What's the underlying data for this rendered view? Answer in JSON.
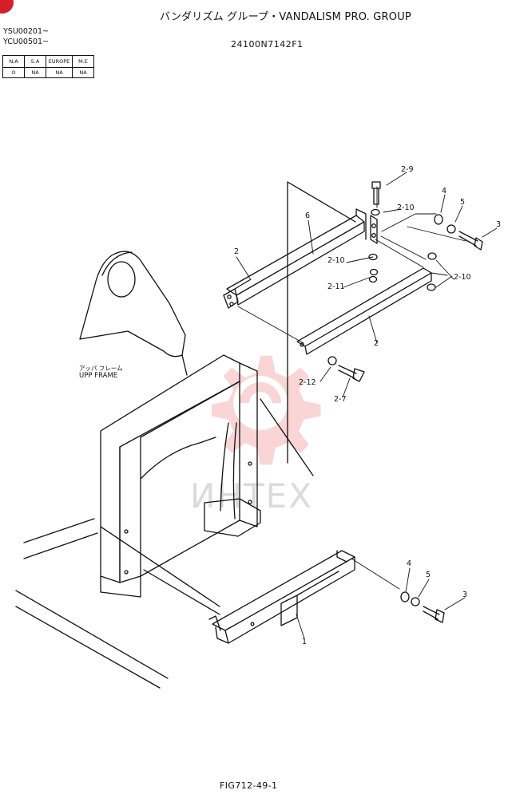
{
  "header": {
    "title": "バンダリズム グループ・VANDALISM PRO. GROUP",
    "part_number": "24100N7142F1",
    "serial_1": "YSU00201~",
    "serial_2": "YCU00501~"
  },
  "spec_table": {
    "headers": [
      "N.A",
      "S.A",
      "EUROPE",
      "M.E"
    ],
    "values": [
      "O",
      "NA",
      "NA",
      "NA"
    ]
  },
  "frame_label": {
    "jp": "アッパ フレーム",
    "en": "UPP FRAME"
  },
  "callouts": {
    "c2_9": "2-9",
    "c2_10a": "2-10",
    "c4a": "4",
    "c5a": "5",
    "c3a": "3",
    "c6": "6",
    "c2a": "2",
    "c2_10b": "2-10",
    "c2_11": "2-11",
    "c2_10c": "2-10",
    "c2b": "2",
    "c2_12": "2-12",
    "c2_7": "2-7",
    "c4b": "4",
    "c5b": "5",
    "c3b": "3",
    "c1": "1"
  },
  "watermark": {
    "text": "ИНТЕХ",
    "color": "#e8444a"
  },
  "footer": {
    "figure_number": "FIG712-49-1"
  }
}
